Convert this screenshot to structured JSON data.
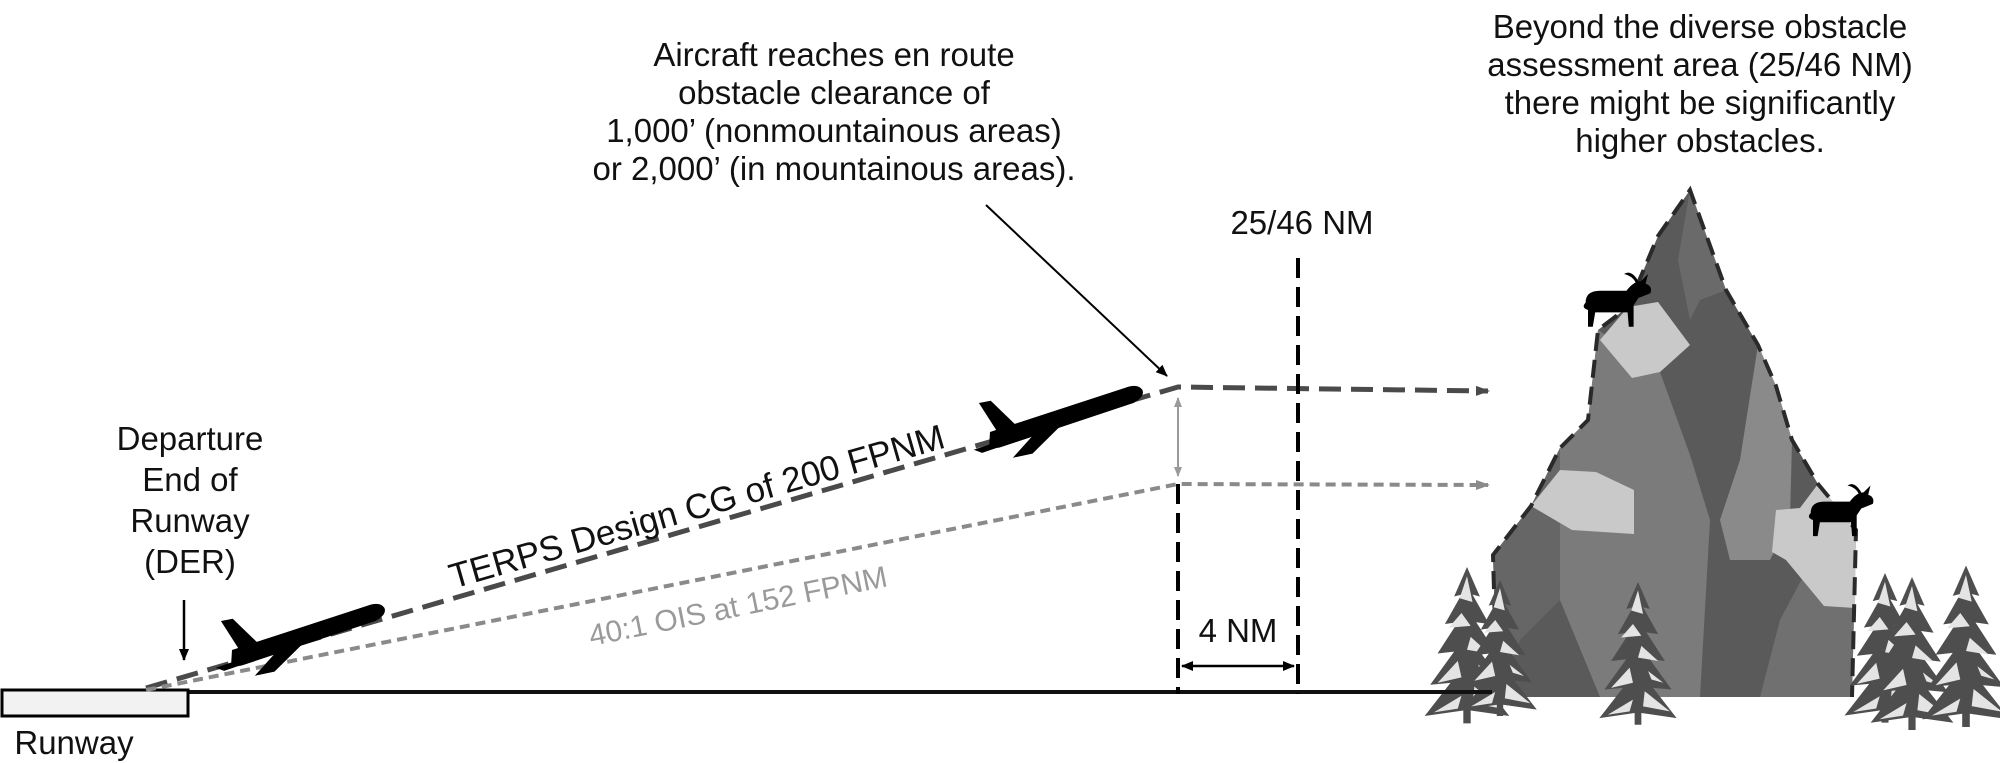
{
  "labels": {
    "runway": "Runway",
    "der": [
      "Departure",
      "End of",
      "Runway",
      "(DER)"
    ],
    "callout_aircraft": [
      "Aircraft reaches en route",
      "obstacle clearance of",
      "1,000’ (nonmountainous areas)",
      "or 2,000’ (in mountainous areas)."
    ],
    "callout_beyond": [
      "Beyond the diverse obstacle",
      "assessment area (25/46 NM)",
      "there might be significantly",
      "higher obstacles."
    ],
    "distance_marker": "25/46 NM",
    "gap_distance": "4 NM",
    "terps_line": "TERPS Design CG of 200 FPNM",
    "ois_line": "40:1 OIS at 152 FPNM"
  },
  "icons": {
    "aircraft": "airplane-silhouette-icon",
    "mountain": "mountain-icon",
    "tree": "pine-tree-icon",
    "goat": "mountain-goat-icon"
  },
  "colors": {
    "terps_line": "#4a4a4a",
    "ois_line": "#8a8a8a",
    "mountain_dark": "#555555",
    "mountain_mid": "#7a7a7a",
    "mountain_light": "#c9c9c9",
    "ground": "#111111"
  }
}
